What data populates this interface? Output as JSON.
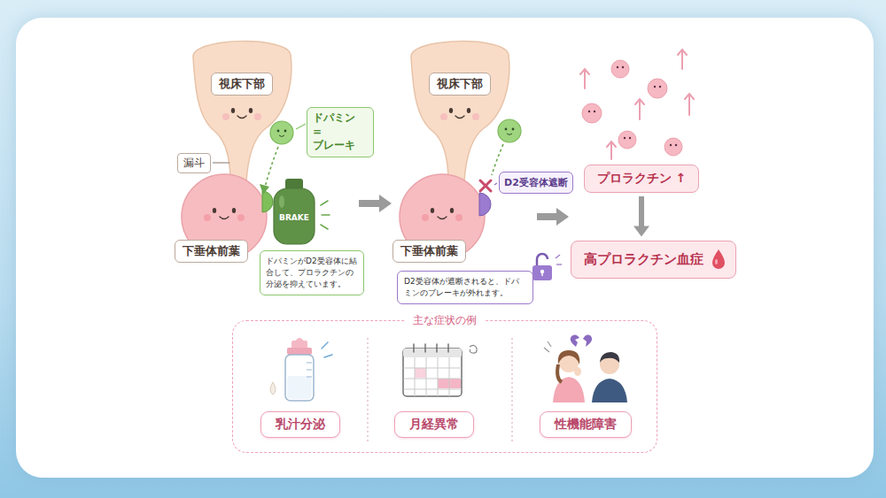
{
  "diagram": {
    "nodes": [
      {
        "text": [
          "視床下部"
        ]
      },
      {
        "text": [
          "ドパミン = ブレーキ"
        ]
      },
      {
        "text": [
          "下垂体前葉"
        ]
      },
      {
        "text": [
          "ドパミンがD2受容体に結合して、プロラクチンの分泌を抑えています。"
        ]
      },
      {
        "text": [
          "視床下部"
        ]
      },
      {
        "text": [
          "D2受容体遮断"
        ]
      },
      {
        "text": [
          "下垂体前葉"
        ]
      },
      {
        "text": [
          "D2受容体が遮断されると、ドパミンのブレーキが外れます。"
        ]
      },
      {
        "text": [
          "プロラクチン ↑"
        ]
      },
      {
        "text": [
          "高プロラクチン血症"
        ]
      },
      {
        "text": [
          "主な症状の例"
        ]
      },
      {
        "text": [
          "乳汁分泌"
        ],
        "in": 10
      },
      {
        "text": [
          "月経異常"
        ],
        "in": 10
      },
      {
        "text": [
          "性機能障害"
        ],
        "in": 10
      }
    ],
    "edges": [
      {
        "from": 8,
        "to": 9,
        "arrow": "to"
      }
    ],
    "labels": [
      "漏斗",
      "BRAKE"
    ]
  }
}
